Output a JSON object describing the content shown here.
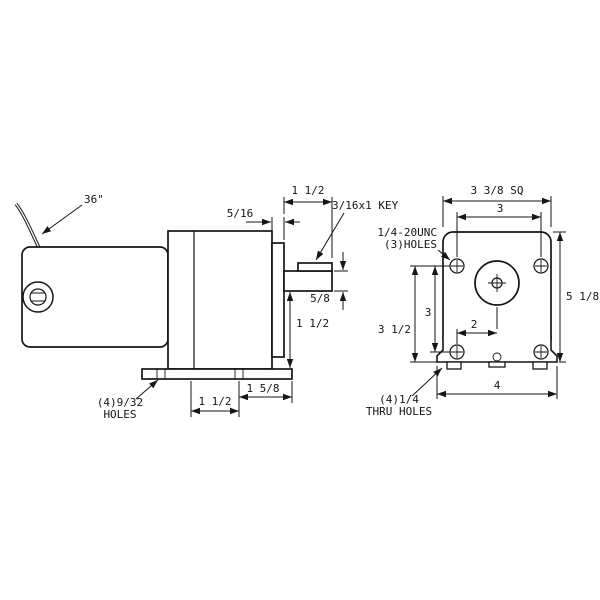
{
  "side_view": {
    "lead_length": "36\"",
    "flange_dim": "5/16",
    "shaft_length": "1 1/2",
    "key_note": "3/16x1 KEY",
    "shaft_dia": "5/8",
    "shaft_drop": "1 1/2",
    "base_dim_a": "1 5/8",
    "base_dim_b": "1 1/2",
    "holes_note_line1": "(4)9/32",
    "holes_note_line2": "HOLES"
  },
  "end_view": {
    "square_dim": "3 3/8 SQ",
    "hole_span": "3",
    "tap_note_line1": "1/4-20UNC",
    "tap_note_line2": "(3)HOLES",
    "overall_height": "5 1/8",
    "mid_height": "3 1/2",
    "hole_height": "3",
    "half_span": "2",
    "base_width": "4",
    "thru_note_line1": "(4)1/4",
    "thru_note_line2": "THRU HOLES"
  }
}
